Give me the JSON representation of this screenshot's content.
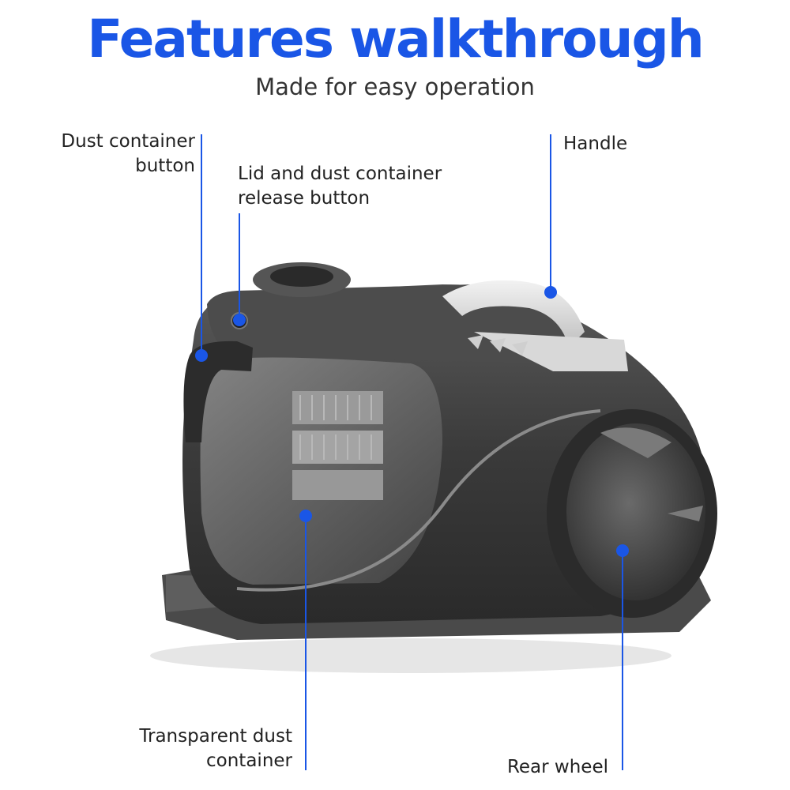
{
  "header": {
    "title": "Features walkthrough",
    "subtitle": "Made for easy operation"
  },
  "callouts": {
    "dust_container_button": [
      "Dust container",
      "button"
    ],
    "lid_release_button": [
      "Lid and dust container",
      "release button"
    ],
    "handle": [
      "Handle"
    ],
    "transparent_dust_container": [
      "Transparent dust",
      "container"
    ],
    "rear_wheel": [
      "Rear wheel"
    ]
  },
  "colors": {
    "accent": "#1a56e6",
    "text": "#222222",
    "body": "#3c3c3c"
  },
  "image": {
    "subject": "vacuum-cleaner-illustration"
  }
}
